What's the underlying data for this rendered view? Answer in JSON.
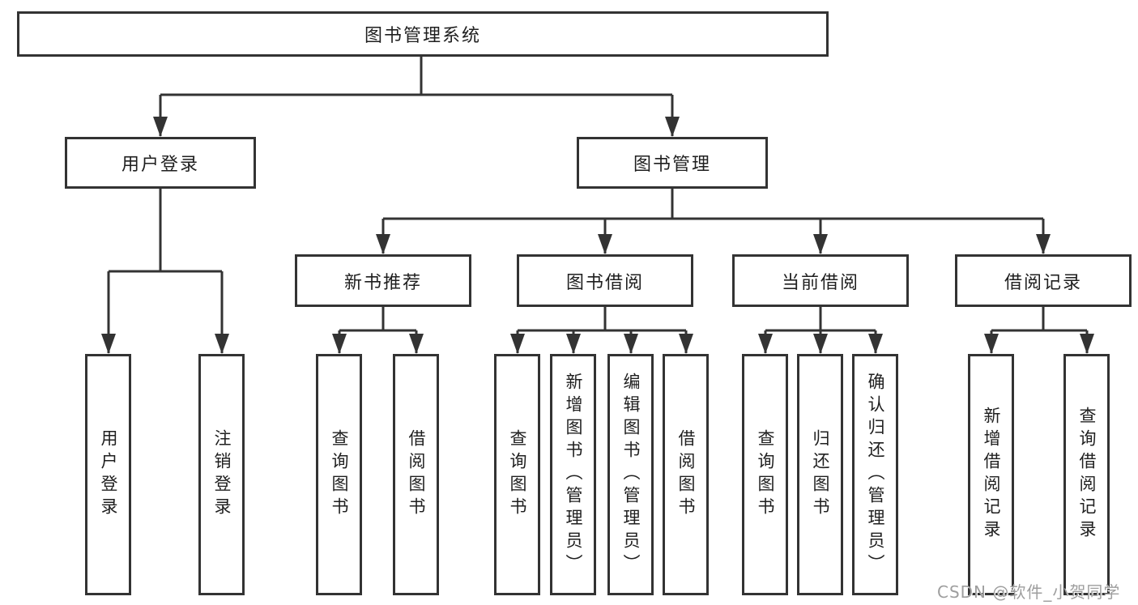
{
  "diagram": {
    "root": {
      "label": "图书管理系统"
    },
    "level2": [
      {
        "id": "user-login",
        "label": "用户登录"
      },
      {
        "id": "book-management",
        "label": "图书管理"
      }
    ],
    "level3": [
      {
        "id": "new-book-recommend",
        "label": "新书推荐",
        "parent": "图书管理"
      },
      {
        "id": "book-borrowing",
        "label": "图书借阅",
        "parent": "图书管理"
      },
      {
        "id": "current-borrowing",
        "label": "当前借阅",
        "parent": "图书管理"
      },
      {
        "id": "borrowing-records",
        "label": "借阅记录",
        "parent": "图书管理"
      }
    ],
    "leaves": [
      {
        "label": "用户登录",
        "parent": "用户登录"
      },
      {
        "label": "注销登录",
        "parent": "用户登录"
      },
      {
        "label": "查询图书",
        "parent": "新书推荐"
      },
      {
        "label": "借阅图书",
        "parent": "新书推荐"
      },
      {
        "label": "查询图书",
        "parent": "图书借阅"
      },
      {
        "label": "新增图书（管理员）",
        "parent": "图书借阅"
      },
      {
        "label": "编辑图书（管理员）",
        "parent": "图书借阅"
      },
      {
        "label": "借阅图书",
        "parent": "图书借阅"
      },
      {
        "label": "查询图书",
        "parent": "当前借阅"
      },
      {
        "label": "归还图书",
        "parent": "当前借阅"
      },
      {
        "label": "确认归还（管理员）",
        "parent": "当前借阅"
      },
      {
        "label": "新增借阅记录",
        "parent": "借阅记录"
      },
      {
        "label": "查询借阅记录",
        "parent": "借阅记录"
      }
    ],
    "colors": {
      "line": "#333333",
      "text": "#1f1f1f",
      "box_background": "#ffffff"
    }
  },
  "watermark": {
    "text": "CSDN @软件_小贺同学",
    "color": "#9e9e9e"
  }
}
